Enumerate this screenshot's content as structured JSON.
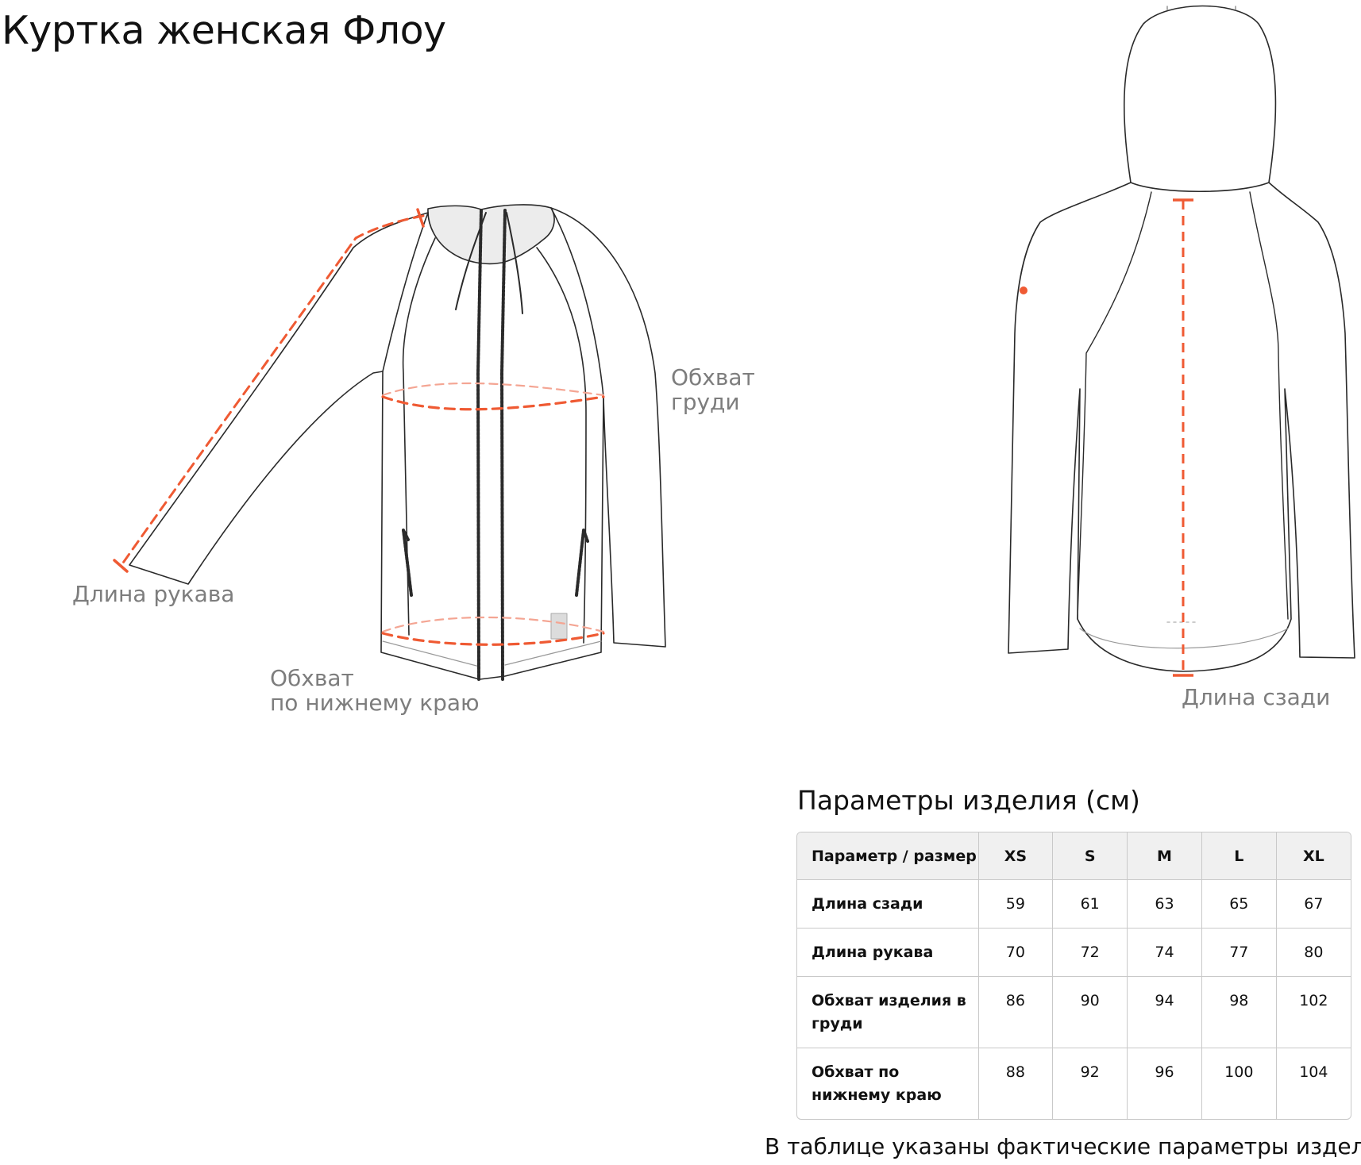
{
  "title": "Куртка женская Флоу",
  "diagram": {
    "accent_color": "#ef5a33",
    "outline_color": "#2a2a2a",
    "callouts": {
      "sleeve_length": [
        "Длина рукава"
      ],
      "chest_girth": [
        "Обхват",
        "груди"
      ],
      "hem_girth": [
        "Обхват",
        "по нижнему краю"
      ],
      "back_length": [
        "Длина сзади"
      ]
    }
  },
  "size_table": {
    "heading": "Параметры изделия (см)",
    "header": [
      "Параметр / размер",
      "XS",
      "S",
      "M",
      "L",
      "XL"
    ],
    "rows": [
      {
        "name": "Длина сзади",
        "values": [
          "59",
          "61",
          "63",
          "65",
          "67"
        ]
      },
      {
        "name": "Длина рукава",
        "values": [
          "70",
          "72",
          "74",
          "77",
          "80"
        ]
      },
      {
        "name": "Обхват изделия в груди",
        "values": [
          "86",
          "90",
          "94",
          "98",
          "102"
        ]
      },
      {
        "name": "Обхват по нижнему краю",
        "values": [
          "88",
          "92",
          "96",
          "100",
          "104"
        ]
      }
    ]
  },
  "footnote": "В таблице указаны фактические параметры изделия"
}
